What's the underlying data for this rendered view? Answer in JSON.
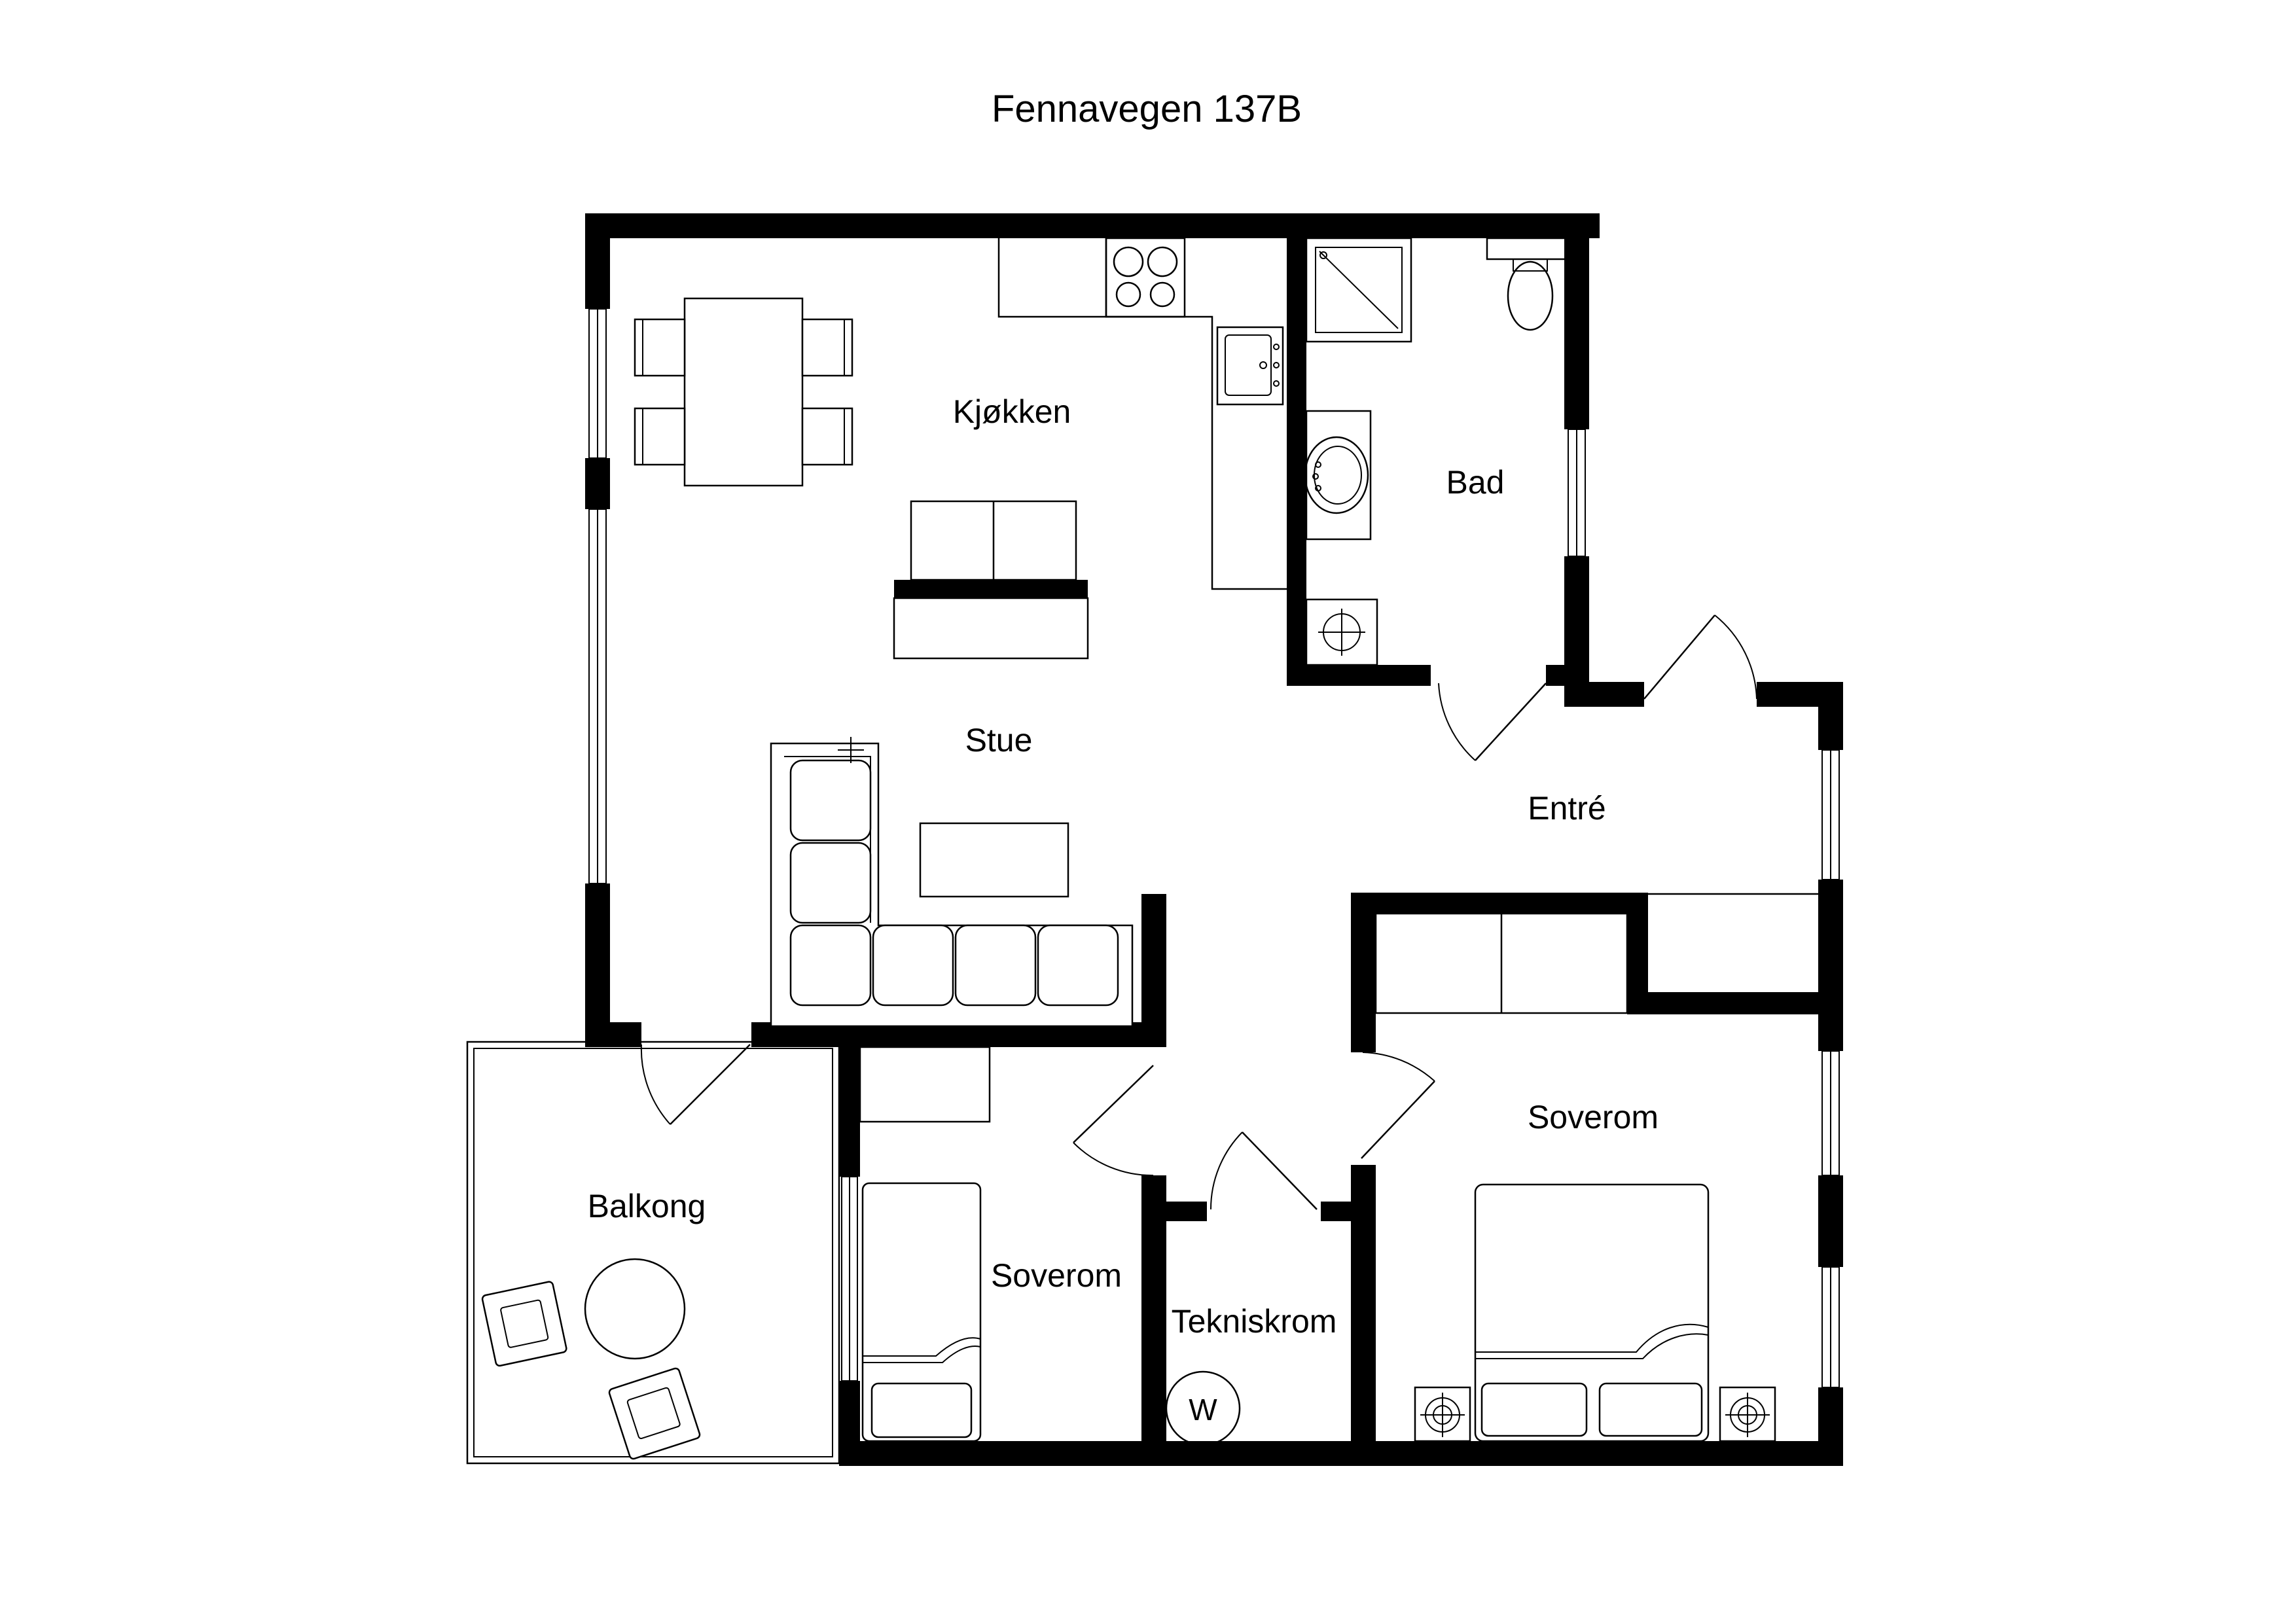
{
  "title": "Fennavegen 137B",
  "rooms": {
    "kitchen": "Kjøkken",
    "bathroom": "Bad",
    "living": "Stue",
    "entrance": "Entré",
    "bedroom_large": "Soverom",
    "bedroom_small": "Soverom",
    "technical": "Tekniskrom",
    "balcony": "Balkong"
  },
  "fixtures": {
    "water_heater": "W"
  }
}
